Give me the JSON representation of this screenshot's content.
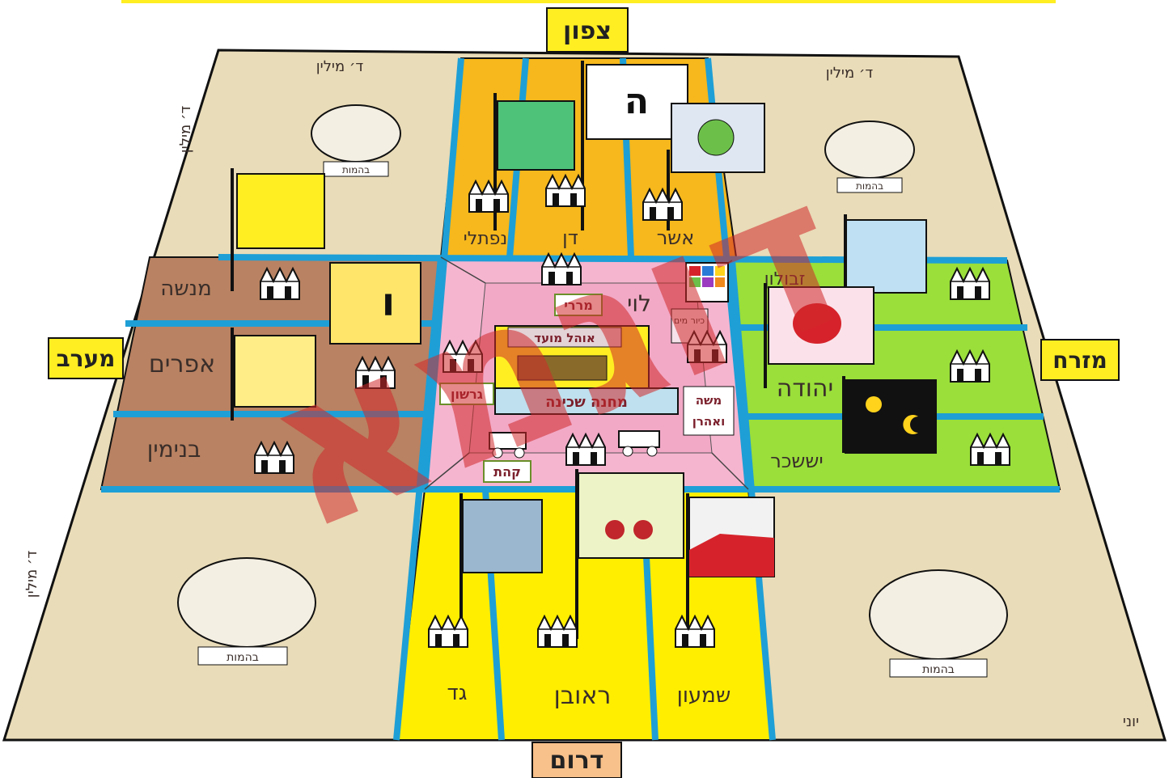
{
  "directions": {
    "north": "צפון",
    "south": "דרום",
    "east": "מזרח",
    "west": "מערב"
  },
  "tribes": {
    "north": [
      "נפתלי",
      "דן",
      "אשר"
    ],
    "west": [
      "מנשה",
      "אפרים",
      "בנימין"
    ],
    "east": [
      "זבולון",
      "יהודה",
      "יששכר"
    ],
    "south": [
      "גד",
      "ראובן",
      "שמעון"
    ]
  },
  "center": {
    "levi": "לוי",
    "merari": "מררי",
    "gershon": "גרשון",
    "kehat": "קהת",
    "ohel_moed": "אוהל מועד",
    "machane_shechina": "מחנה שכינה",
    "moshe_aharon_line1": "משה",
    "moshe_aharon_line2": "ואהרן",
    "kiyor": "כיור מים"
  },
  "corners": {
    "distance": "ד׳ מילין",
    "animals": "בהמות"
  },
  "signature": "יוני",
  "watermark": "דוגמא",
  "colors": {
    "north_bg": "#f6b81c",
    "south_bg": "#ffee00",
    "east_bg": "#9adf3a",
    "west_bg": "#b98262",
    "corner_bg": "#e9dcb8",
    "center_bg": "#f6b5cf",
    "road": "#1e9fd6",
    "banner_yellow": "#ffee22",
    "watermark": "#d0292b"
  },
  "icons": [
    "tent-icon",
    "flag-icon",
    "camel-icon",
    "wagon-icon",
    "tabernacle-icon"
  ]
}
